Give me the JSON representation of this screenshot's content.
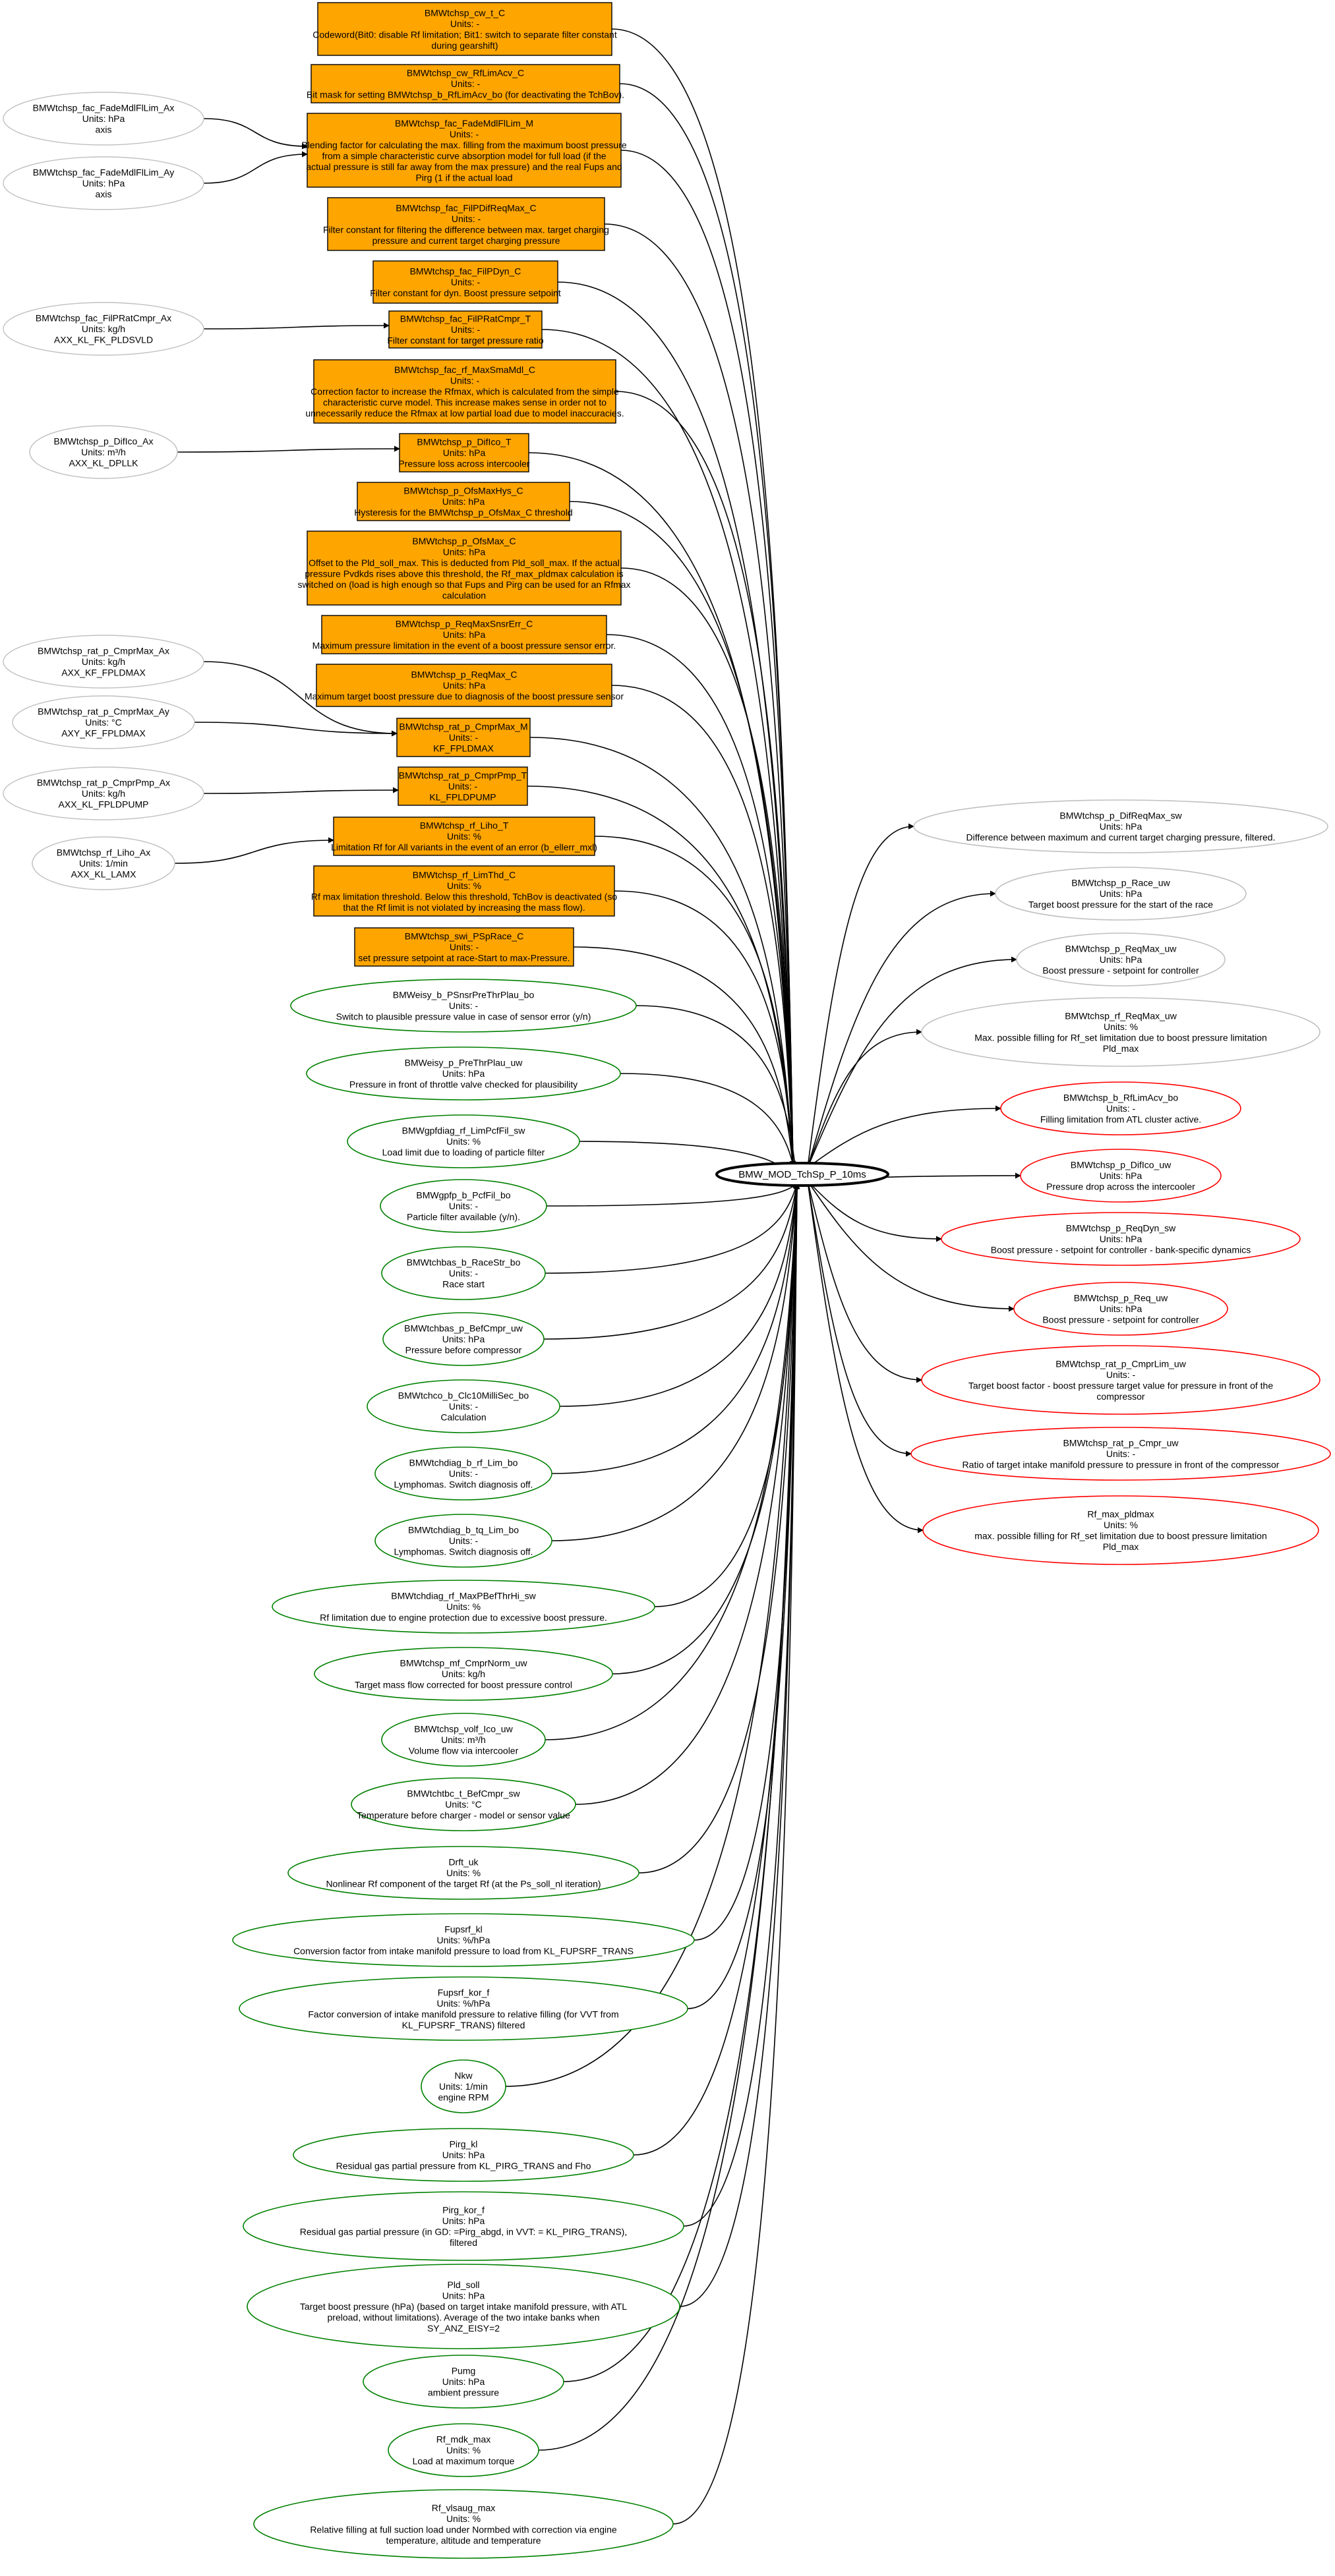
{
  "hub": {
    "id": "BMW_MOD_TchSp_P_10ms"
  },
  "params": [
    {
      "id": "p_cw_t",
      "lines": [
        "BMWtchsp_cw_t_C",
        "Units: -",
        "Codeword(Bit0: disable Rf limitation; Bit1: switch to separate filter constant",
        "during gearshift)"
      ]
    },
    {
      "id": "p_cw_rflim",
      "lines": [
        "BMWtchsp_cw_RfLimAcv_C",
        "Units: -",
        "Bit mask for setting BMWtchsp_b_RfLimAcv_bo (for deactivating the TchBov)."
      ]
    },
    {
      "id": "p_fac_fade",
      "lines": [
        "BMWtchsp_fac_FadeMdlFlLim_M",
        "Units: -",
        "Blending factor for calculating the max. filling from the maximum boost pressure",
        "from a simple characteristic curve absorption model for full load (if the",
        "actual pressure is still far away from the max pressure) and the real Fups and",
        "Pirg (1 if the actual load"
      ]
    },
    {
      "id": "p_fac_filt_dif",
      "lines": [
        "BMWtchsp_fac_FilPDifReqMax_C",
        "Units: -",
        "Filter constant for filtering the difference between max. target charging",
        "pressure and current target charging pressure"
      ]
    },
    {
      "id": "p_fac_filt_dyn",
      "lines": [
        "BMWtchsp_fac_FilPDyn_C",
        "Units: -",
        "Filter constant for dyn. Boost pressure setpoint"
      ]
    },
    {
      "id": "p_fac_filt_rat",
      "lines": [
        "BMWtchsp_fac_FilPRatCmpr_T",
        "Units: -",
        "Filter constant for target pressure ratio"
      ]
    },
    {
      "id": "p_fac_rf_max",
      "lines": [
        "BMWtchsp_fac_rf_MaxSmaMdl_C",
        "Units: -",
        "Correction factor to increase the Rfmax, which is calculated from the simple",
        "characteristic curve model. This increase makes sense in order not to",
        "unnecessarily reduce the Rfmax at low partial load due to model inaccuracies."
      ]
    },
    {
      "id": "p_difico_t",
      "lines": [
        "BMWtchsp_p_DifIco_T",
        "Units: hPa",
        "Pressure loss across intercooler"
      ]
    },
    {
      "id": "p_ofsmaxhys",
      "lines": [
        "BMWtchsp_p_OfsMaxHys_C",
        "Units: hPa",
        "Hysteresis for the BMWtchsp_p_OfsMax_C threshold"
      ]
    },
    {
      "id": "p_ofsmax",
      "lines": [
        "BMWtchsp_p_OfsMax_C",
        "Units: hPa",
        "Offset to the Pld_soll_max. This is deducted from Pld_soll_max. If the actual",
        "pressure Pvdkds rises above this threshold, the Rf_max_pldmax calculation is",
        "switched on (load is high enough so that Fups and Pirg can be used for an Rfmax",
        "calculation"
      ]
    },
    {
      "id": "p_reqmaxsnsr",
      "lines": [
        "BMWtchsp_p_ReqMaxSnsrErr_C",
        "Units: hPa",
        "Maximum pressure limitation in the event of a boost pressure sensor error."
      ]
    },
    {
      "id": "p_reqmax_c",
      "lines": [
        "BMWtchsp_p_ReqMax_C",
        "Units: hPa",
        "Maximum target boost pressure due to diagnosis of the boost pressure sensor"
      ]
    },
    {
      "id": "p_rat_cmprmax",
      "lines": [
        "BMWtchsp_rat_p_CmprMax_M",
        "Units: -",
        "KF_FPLDMAX"
      ]
    },
    {
      "id": "p_rat_cmprpmp",
      "lines": [
        "BMWtchsp_rat_p_CmprPmp_T",
        "Units: -",
        "KL_FPLDPUMP"
      ]
    },
    {
      "id": "p_rf_liho",
      "lines": [
        "BMWtchsp_rf_Liho_T",
        "Units: %",
        "Limitation Rf for All variants in the event of an error (b_ellerr_mxl)"
      ]
    },
    {
      "id": "p_rf_limthd",
      "lines": [
        "BMWtchsp_rf_LimThd_C",
        "Units: %",
        "Rf max limitation threshold. Below this threshold, TchBov is deactivated (so",
        "that the Rf limit is not violated by increasing the mass flow)."
      ]
    },
    {
      "id": "p_swi_race",
      "lines": [
        "BMWtchsp_swi_PSpRace_C",
        "Units: -",
        "set pressure setpoint at race-Start to max-Pressure."
      ]
    }
  ],
  "axes": [
    {
      "id": "a_fade_ax",
      "target": "p_fac_fade",
      "lines": [
        "BMWtchsp_fac_FadeMdlFlLim_Ax",
        "Units: hPa",
        "axis"
      ]
    },
    {
      "id": "a_fade_ay",
      "target": "p_fac_fade",
      "lines": [
        "BMWtchsp_fac_FadeMdlFlLim_Ay",
        "Units: hPa",
        "axis"
      ]
    },
    {
      "id": "a_filprat_ax",
      "target": "p_fac_filt_rat",
      "lines": [
        "BMWtchsp_fac_FilPRatCmpr_Ax",
        "Units: kg/h",
        "AXX_KL_FK_PLDSVLD"
      ]
    },
    {
      "id": "a_difico_ax",
      "target": "p_difico_t",
      "lines": [
        "BMWtchsp_p_DifIco_Ax",
        "Units: m³/h",
        "AXX_KL_DPLLK"
      ]
    },
    {
      "id": "a_cmprmax_ax",
      "target": "p_rat_cmprmax",
      "lines": [
        "BMWtchsp_rat_p_CmprMax_Ax",
        "Units: kg/h",
        "AXX_KF_FPLDMAX"
      ]
    },
    {
      "id": "a_cmprmax_ay",
      "target": "p_rat_cmprmax",
      "lines": [
        "BMWtchsp_rat_p_CmprMax_Ay",
        "Units: °C",
        "AXY_KF_FPLDMAX"
      ]
    },
    {
      "id": "a_cmprpmp_ax",
      "target": "p_rat_cmprpmp",
      "lines": [
        "BMWtchsp_rat_p_CmprPmp_Ax",
        "Units: kg/h",
        "AXX_KL_FPLDPUMP"
      ]
    },
    {
      "id": "a_liho_ax",
      "target": "p_rf_liho",
      "lines": [
        "BMWtchsp_rf_Liho_Ax",
        "Units: 1/min",
        "AXX_KL_LAMX"
      ]
    }
  ],
  "inputs": [
    {
      "id": "i_plaus_snsr",
      "lines": [
        "BMWeisy_b_PSnsrPreThrPlau_bo",
        "Units: -",
        "Switch to plausible pressure value in case of sensor error (y/n)"
      ]
    },
    {
      "id": "i_prethrplau",
      "lines": [
        "BMWeisy_p_PreThrPlau_uw",
        "Units: hPa",
        "Pressure in front of throttle valve checked for plausibility"
      ]
    },
    {
      "id": "i_limpcfil",
      "lines": [
        "BMWgpfdiag_rf_LimPcfFil_sw",
        "Units: %",
        "Load limit due to loading of particle filter"
      ]
    },
    {
      "id": "i_pcffil",
      "lines": [
        "BMWgpfp_b_PcfFil_bo",
        "Units: -",
        "Particle filter available (y/n)."
      ]
    },
    {
      "id": "i_racestr",
      "lines": [
        "BMWtchbas_b_RaceStr_bo",
        "Units: -",
        "Race start"
      ]
    },
    {
      "id": "i_befcmpr",
      "lines": [
        "BMWtchbas_p_BefCmpr_uw",
        "Units: hPa",
        "Pressure before compressor"
      ]
    },
    {
      "id": "i_clc10",
      "lines": [
        "BMWtchco_b_Clc10MilliSec_bo",
        "Units: -",
        "Calculation"
      ]
    },
    {
      "id": "i_diag_rf",
      "lines": [
        "BMWtchdiag_b_rf_Lim_bo",
        "Units: -",
        "Lymphomas. Switch diagnosis off."
      ]
    },
    {
      "id": "i_diag_tq",
      "lines": [
        "BMWtchdiag_b_tq_Lim_bo",
        "Units: -",
        "Lymphomas. Switch diagnosis off."
      ]
    },
    {
      "id": "i_maxpbef",
      "lines": [
        "BMWtchdiag_rf_MaxPBefThrHi_sw",
        "Units: %",
        "Rf limitation due to engine protection due to excessive boost pressure."
      ]
    },
    {
      "id": "i_mfcmpr",
      "lines": [
        "BMWtchsp_mf_CmprNorm_uw",
        "Units: kg/h",
        "Target mass flow corrected for boost pressure control"
      ]
    },
    {
      "id": "i_volfico",
      "lines": [
        "BMWtchsp_volf_Ico_uw",
        "Units: m³/h",
        "Volume flow via intercooler"
      ]
    },
    {
      "id": "i_tbefcmpr",
      "lines": [
        "BMWtchtbc_t_BefCmpr_sw",
        "Units: °C",
        "Temperature before charger - model or sensor value"
      ]
    },
    {
      "id": "i_drft",
      "lines": [
        "Drft_uk",
        "Units: %",
        "Nonlinear Rf component of the target Rf (at the Ps_soll_nl iteration)"
      ]
    },
    {
      "id": "i_fupsrf",
      "lines": [
        "Fupsrf_kl",
        "Units: %/hPa",
        "Conversion factor from intake manifold pressure to load from KL_FUPSRF_TRANS"
      ]
    },
    {
      "id": "i_fupsrf_kor",
      "lines": [
        "Fupsrf_kor_f",
        "Units: %/hPa",
        "Factor conversion of intake manifold pressure to relative filling (for VVT from",
        "KL_FUPSRF_TRANS) filtered"
      ]
    },
    {
      "id": "i_nkw",
      "lines": [
        "Nkw",
        "Units: 1/min",
        "engine RPM"
      ]
    },
    {
      "id": "i_pirg",
      "lines": [
        "Pirg_kl",
        "Units: hPa",
        "Residual gas partial pressure from KL_PIRG_TRANS and Fho"
      ]
    },
    {
      "id": "i_pirg_kor",
      "lines": [
        "Pirg_kor_f",
        "Units: hPa",
        "Residual gas partial pressure (in GD: =Pirg_abgd, in VVT: = KL_PIRG_TRANS),",
        "filtered"
      ]
    },
    {
      "id": "i_pld_soll",
      "lines": [
        "Pld_soll",
        "Units: hPa",
        "Target boost pressure (hPa) (based on target intake manifold pressure, with ATL",
        "preload, without limitations). Average of the two intake banks when",
        "SY_ANZ_EISY=2"
      ]
    },
    {
      "id": "i_pumg",
      "lines": [
        "Pumg",
        "Units: hPa",
        "ambient pressure"
      ]
    },
    {
      "id": "i_rf_mdk",
      "lines": [
        "Rf_mdk_max",
        "Units: %",
        "Load at maximum torque"
      ]
    },
    {
      "id": "i_rf_vlsaug",
      "lines": [
        "Rf_vlsaug_max",
        "Units: %",
        "Relative filling at full suction load under Normbed with correction via engine",
        "temperature, altitude and temperature"
      ]
    }
  ],
  "outputs_gray": [
    {
      "id": "o_difreqmax",
      "lines": [
        "BMWtchsp_p_DifReqMax_sw",
        "Units: hPa",
        "Difference between maximum and current target charging pressure, filtered."
      ]
    },
    {
      "id": "o_race",
      "lines": [
        "BMWtchsp_p_Race_uw",
        "Units: hPa",
        "Target boost pressure for the start of the race"
      ]
    },
    {
      "id": "o_reqmax_p",
      "lines": [
        "BMWtchsp_p_ReqMax_uw",
        "Units: hPa",
        "Boost pressure - setpoint for controller"
      ]
    },
    {
      "id": "o_rf_reqmax",
      "lines": [
        "BMWtchsp_rf_ReqMax_uw",
        "Units: %",
        "Max. possible filling for Rf_set limitation due to boost pressure limitation",
        "Pld_max"
      ]
    }
  ],
  "outputs_red": [
    {
      "id": "o_rflimacv",
      "lines": [
        "BMWtchsp_b_RfLimAcv_bo",
        "Units: -",
        "Filling limitation from ATL cluster active."
      ]
    },
    {
      "id": "o_difico",
      "lines": [
        "BMWtchsp_p_DifIco_uw",
        "Units: hPa",
        "Pressure drop across the intercooler"
      ]
    },
    {
      "id": "o_reqdyn",
      "lines": [
        "BMWtchsp_p_ReqDyn_sw",
        "Units: hPa",
        "Boost pressure - setpoint for controller - bank-specific dynamics"
      ]
    },
    {
      "id": "o_req",
      "lines": [
        "BMWtchsp_p_Req_uw",
        "Units: hPa",
        "Boost pressure - setpoint for controller"
      ]
    },
    {
      "id": "o_cmprlim",
      "lines": [
        "BMWtchsp_rat_p_CmprLim_uw",
        "Units: -",
        "Target boost factor - boost pressure target value for pressure in front of the",
        "compressor"
      ]
    },
    {
      "id": "o_cmpr",
      "lines": [
        "BMWtchsp_rat_p_Cmpr_uw",
        "Units: -",
        "Ratio of target intake manifold pressure to pressure in front of the compressor"
      ]
    },
    {
      "id": "o_rf_max_pldmax",
      "lines": [
        "Rf_max_pldmax",
        "Units: %",
        "max. possible filling for Rf_set limitation due to boost pressure limitation",
        "Pld_max"
      ]
    }
  ],
  "colors": {
    "param_fill": "#FFA500",
    "param_stroke": "#000000",
    "axis_stroke": "#C0C0C0",
    "input_stroke": "#008000",
    "output_gray_stroke": "#C0C0C0",
    "output_red_stroke": "#FF0000",
    "edge": "#000000"
  }
}
